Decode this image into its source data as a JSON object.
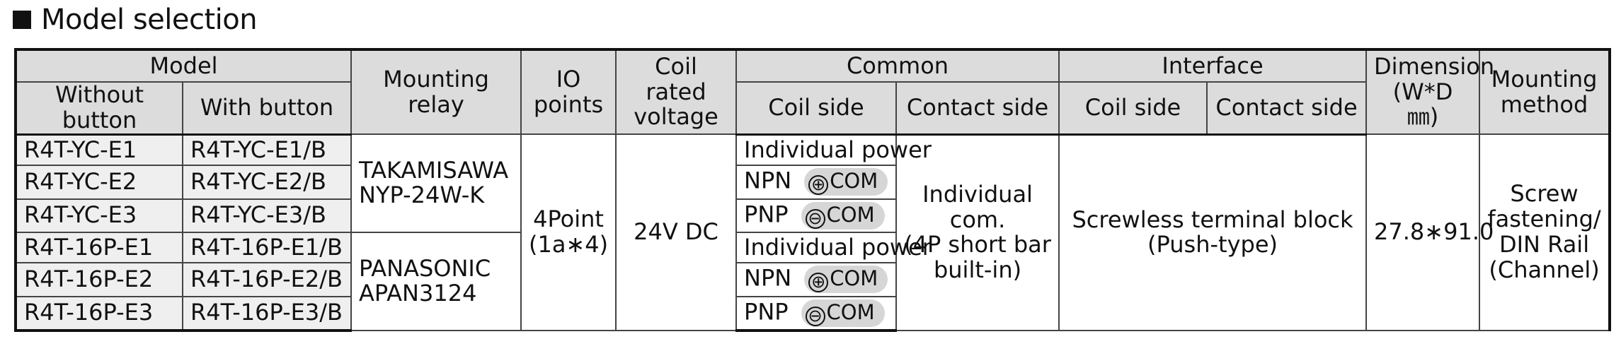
{
  "title": "Model selection",
  "headers": {
    "model": "Model",
    "without_button": "Without button",
    "with_button": "With button",
    "mounting_relay": "Mounting relay",
    "io_points": "IO points",
    "coil_rated_voltage": [
      "Coil rated",
      "voltage"
    ],
    "common": "Common",
    "interface": "Interface",
    "coil_side": "Coil side",
    "contact_side": "Contact side",
    "dimension": [
      "Dimension",
      "(W*D ㎜)"
    ],
    "mounting_method": [
      "Mounting",
      "method"
    ]
  },
  "rows": [
    {
      "without": "R4T-YC-E1",
      "with": "R4T-YC-E1/B",
      "coil": "Individual power",
      "com_symbol": "",
      "com_label": ""
    },
    {
      "without": "R4T-YC-E2",
      "with": "R4T-YC-E2/B",
      "coil": "NPN",
      "com_symbol": "⊕",
      "com_label": "COM"
    },
    {
      "without": "R4T-YC-E3",
      "with": "R4T-YC-E3/B",
      "coil": "PNP",
      "com_symbol": "⊖",
      "com_label": "COM"
    },
    {
      "without": "R4T-16P-E1",
      "with": "R4T-16P-E1/B",
      "coil": "Individual power",
      "com_symbol": "",
      "com_label": ""
    },
    {
      "without": "R4T-16P-E2",
      "with": "R4T-16P-E2/B",
      "coil": "NPN",
      "com_symbol": "⊕",
      "com_label": "COM"
    },
    {
      "without": "R4T-16P-E3",
      "with": "R4T-16P-E3/B",
      "coil": "PNP",
      "com_symbol": "⊖",
      "com_label": "COM"
    }
  ],
  "relays": [
    [
      "TAKAMISAWA",
      "NYP-24W-K"
    ],
    [
      "PANASONIC",
      "APAN3124"
    ]
  ],
  "io_points": [
    "4Point",
    "(1a∗4)"
  ],
  "coil_rated_voltage": "24V DC",
  "common_contact_side": [
    "Individual com.",
    "(4P short bar",
    "built-in)"
  ],
  "interface": [
    "Screwless terminal block",
    "(Push-type)"
  ],
  "dimension": "27.8∗91.0",
  "mounting_method": [
    "Screw",
    "fastening/",
    "DIN Rail",
    "(Channel)"
  ]
}
